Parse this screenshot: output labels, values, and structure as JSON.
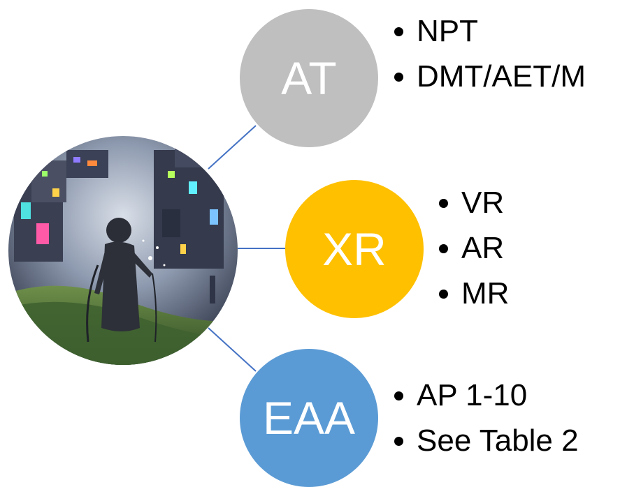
{
  "colors": {
    "at": "#bfbfbf",
    "xr": "#ffc000",
    "eaa": "#5b9bd5",
    "connector": "#4472c4"
  },
  "hub": {
    "image": "illustration of an astronaut-like figure in a grassy field facing floating futuristic city structures",
    "icon": "circular-photo"
  },
  "nodes": [
    {
      "label": "AT",
      "items": [
        "NPT",
        "DMT/AET/M"
      ]
    },
    {
      "label": "XR",
      "items": [
        "VR",
        "AR",
        "MR"
      ]
    },
    {
      "label": "EAA",
      "items": [
        "AP 1-10",
        "See Table 2"
      ]
    }
  ]
}
